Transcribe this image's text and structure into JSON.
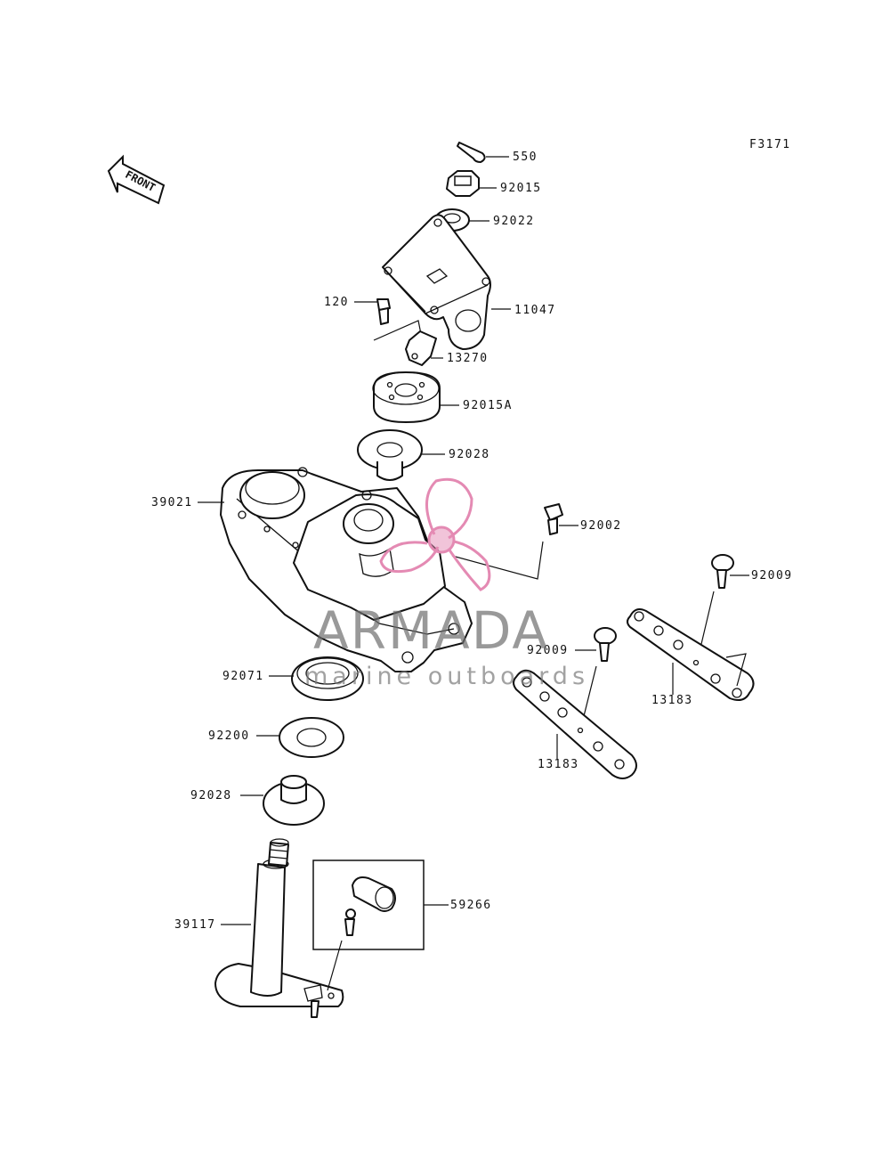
{
  "figure_code": "F3171",
  "front_badge": "FRONT",
  "watermark": {
    "brand": "ARMADA",
    "tagline": "marine outboards",
    "brand_color": "#6e6e6e",
    "logo_color": "#e48ab3"
  },
  "callouts": {
    "c550": "550",
    "c92015": "92015",
    "c92022": "92022",
    "c120": "120",
    "c11047": "11047",
    "c13270": "13270",
    "c92015a": "92015A",
    "c92028_top": "92028",
    "c39021": "39021",
    "c92002": "92002",
    "c92009_right": "92009",
    "c92009_mid": "92009",
    "c13183_right": "13183",
    "c13183_left": "13183",
    "c92071": "92071",
    "c92200": "92200",
    "c92028_low": "92028",
    "c59266": "59266",
    "c39117": "39117"
  }
}
